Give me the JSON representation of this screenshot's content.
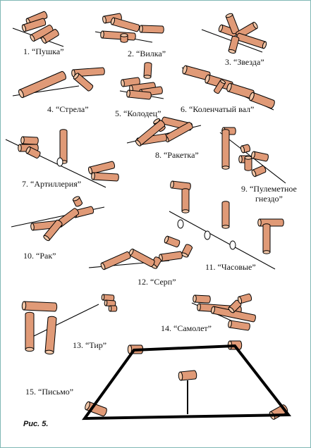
{
  "figure_label": "Рис. 5.",
  "captions": {
    "c1": "1. “Пушка”",
    "c2": "2. “Вилка”",
    "c3": "3. “Звезда”",
    "c4": "4. “Стрела”",
    "c5": "5. “Колодец”",
    "c6": "6. “Коленчатый вал”",
    "c7": "7. “Артиллерия”",
    "c8": "8. “Ракетка”",
    "c9a": "9. “Пулеметное",
    "c9b": "гнездо”",
    "c10": "10. “Рак”",
    "c11": "11. “Часовые”",
    "c12": "12. “Серп”",
    "c13": "13. “Тир”",
    "c14": "14. “Самолет”",
    "c15": "15. “Письмо”"
  },
  "colors": {
    "log_fill": "#e09a77",
    "log_end": "#f3c7a8",
    "outline": "#000000",
    "frame": "#7fb7b5"
  }
}
